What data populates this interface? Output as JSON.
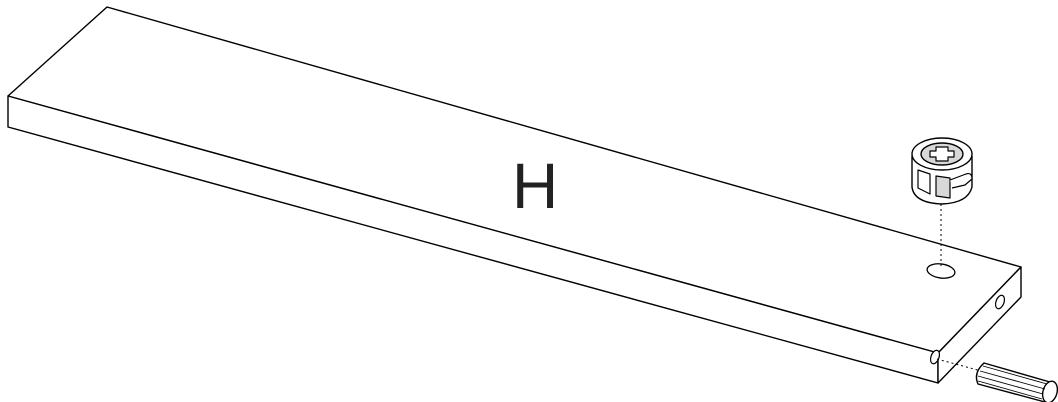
{
  "diagram": {
    "panel_label": "H",
    "colors": {
      "line": "#000000",
      "panel_fill": "#ffffff",
      "cam_shadow": "#d8d8d8",
      "label": "#222222"
    },
    "parts": {
      "panel": "shelf-panel",
      "cam_lock": "cam-lock-fitting",
      "dowel": "wooden-dowel",
      "guide_lines": "dotted-assembly-guide"
    }
  }
}
